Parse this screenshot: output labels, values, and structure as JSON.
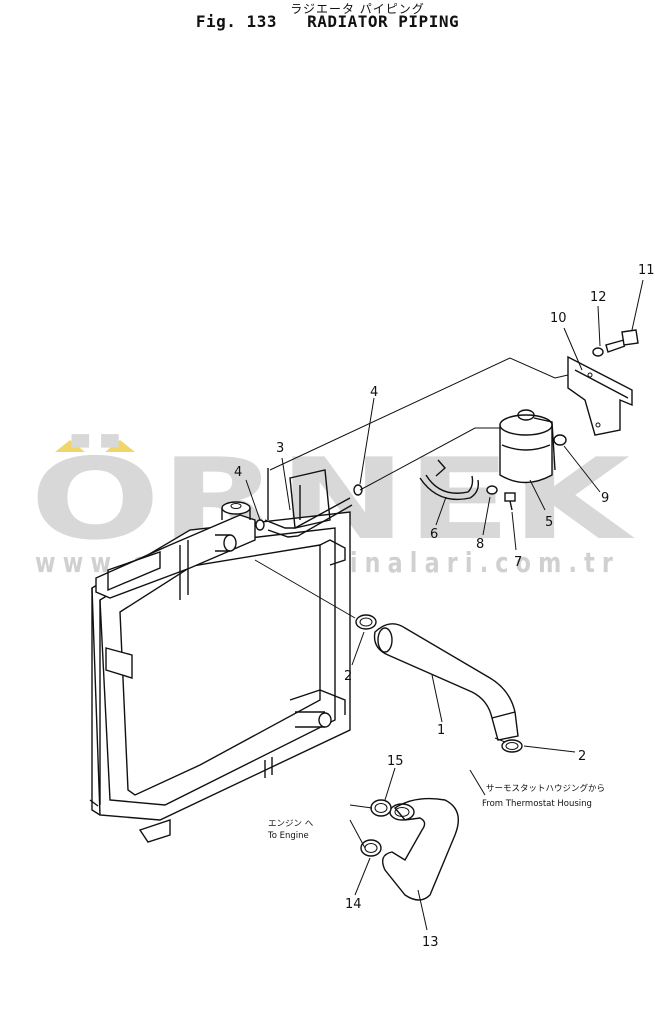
{
  "title": {
    "jp": "ラジエータ パイピング",
    "fig": "Fig. 133",
    "en": "RADIATOR PIPING"
  },
  "watermark": {
    "brand": "ÖRNEK",
    "url": "www.ornekismakinalari.com.tr"
  },
  "callouts": {
    "n1": "1",
    "n2a": "2",
    "n2b": "2",
    "n3": "3",
    "n4a": "4",
    "n4b": "4",
    "n5": "5",
    "n6": "6",
    "n7": "7",
    "n8": "8",
    "n9": "9",
    "n10": "10",
    "n11": "11",
    "n12": "12",
    "n13": "13",
    "n14": "14",
    "n15": "15"
  },
  "notes": {
    "to_engine_jp": "エンジン へ",
    "to_engine_en": "To Engine",
    "thermostat_jp": "サーモスタットハウジングから",
    "thermostat_en": "From Thermostat Housing"
  },
  "colors": {
    "line": "#111111",
    "watermark": "#d8d8d8",
    "watermark_accent": "#f2d56a"
  }
}
